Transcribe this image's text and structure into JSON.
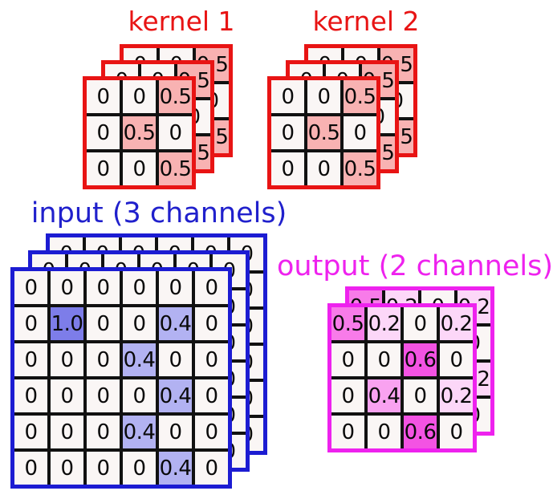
{
  "colors": {
    "kernel_border": "#e81414",
    "kernel_title": "#e81414",
    "input_border": "#1c1cd2",
    "input_title": "#2020cc",
    "output_border": "#ee22ee",
    "output_title": "#ee22ee",
    "gridline": "#111111",
    "cell_background": "#faf6f5",
    "number_text": "#0a0a0a"
  },
  "stacks": [
    {
      "id": "kernel1",
      "title": "kernel 1",
      "channels": 3,
      "border_color": "#e81414",
      "cell_fills": {
        "0.5": "#f8b2b2"
      },
      "matrix": [
        [
          "0",
          "0",
          "0.5"
        ],
        [
          "0",
          "0.5",
          "0"
        ],
        [
          "0",
          "0",
          "0.5"
        ]
      ]
    },
    {
      "id": "kernel2",
      "title": "kernel 2",
      "channels": 3,
      "border_color": "#e81414",
      "cell_fills": {
        "0.5": "#f8b2b2"
      },
      "matrix": [
        [
          "0",
          "0",
          "0.5"
        ],
        [
          "0",
          "0.5",
          "0"
        ],
        [
          "0",
          "0",
          "0.5"
        ]
      ]
    },
    {
      "id": "input",
      "title": "input (3 channels)",
      "channels": 3,
      "border_color": "#1c1cd2",
      "cell_fills": {
        "1.0": "#7d7de9",
        "0.4": "#b2b2f2"
      },
      "matrix": [
        [
          "0",
          "0",
          "0",
          "0",
          "0",
          "0"
        ],
        [
          "0",
          "1.0",
          "0",
          "0",
          "0.4",
          "0"
        ],
        [
          "0",
          "0",
          "0",
          "0.4",
          "0",
          "0"
        ],
        [
          "0",
          "0",
          "0",
          "0",
          "0.4",
          "0"
        ],
        [
          "0",
          "0",
          "0",
          "0.4",
          "0",
          "0"
        ],
        [
          "0",
          "0",
          "0",
          "0",
          "0.4",
          "0"
        ]
      ]
    },
    {
      "id": "output",
      "title": "output (2 channels)",
      "channels": 2,
      "border_color": "#ee22ee",
      "cell_fills": {
        "0.6": "#f353e3",
        "0.5": "#f87be9",
        "0.4": "#f9a2f0",
        "0.2": "#fcd7f8"
      },
      "matrix": [
        [
          "0.5",
          "0.2",
          "0",
          "0.2"
        ],
        [
          "0",
          "0",
          "0.6",
          "0"
        ],
        [
          "0",
          "0.4",
          "0",
          "0.2"
        ],
        [
          "0",
          "0",
          "0.6",
          "0"
        ]
      ]
    }
  ]
}
